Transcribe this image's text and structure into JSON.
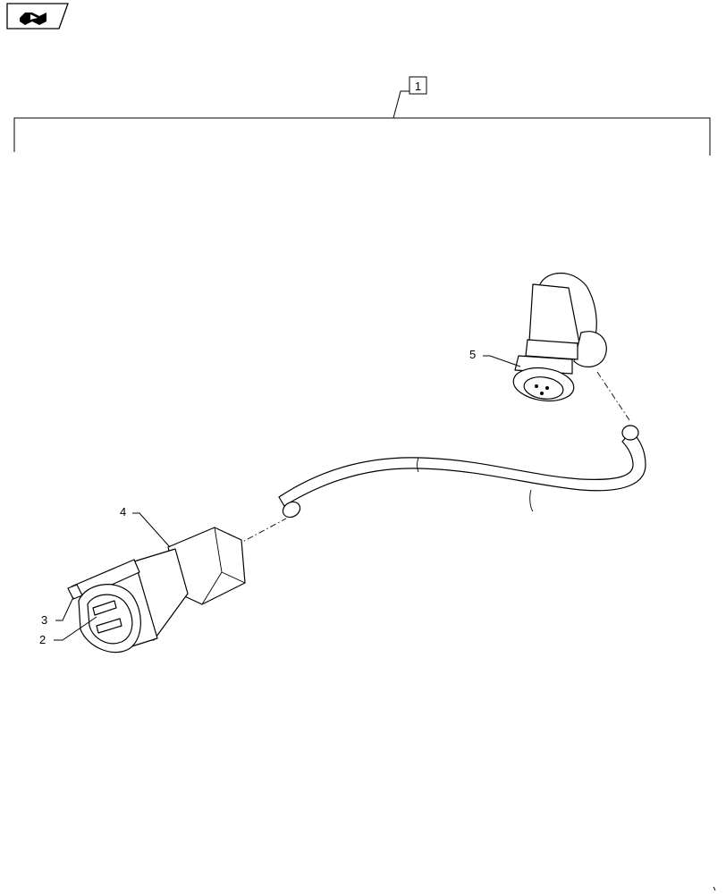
{
  "diagram": {
    "callouts": {
      "assembly": "1",
      "pin": "2",
      "lock": "3",
      "connector": "4",
      "sensor": "5"
    },
    "icons": {
      "corner_badge": "book-arrow-icon"
    }
  }
}
